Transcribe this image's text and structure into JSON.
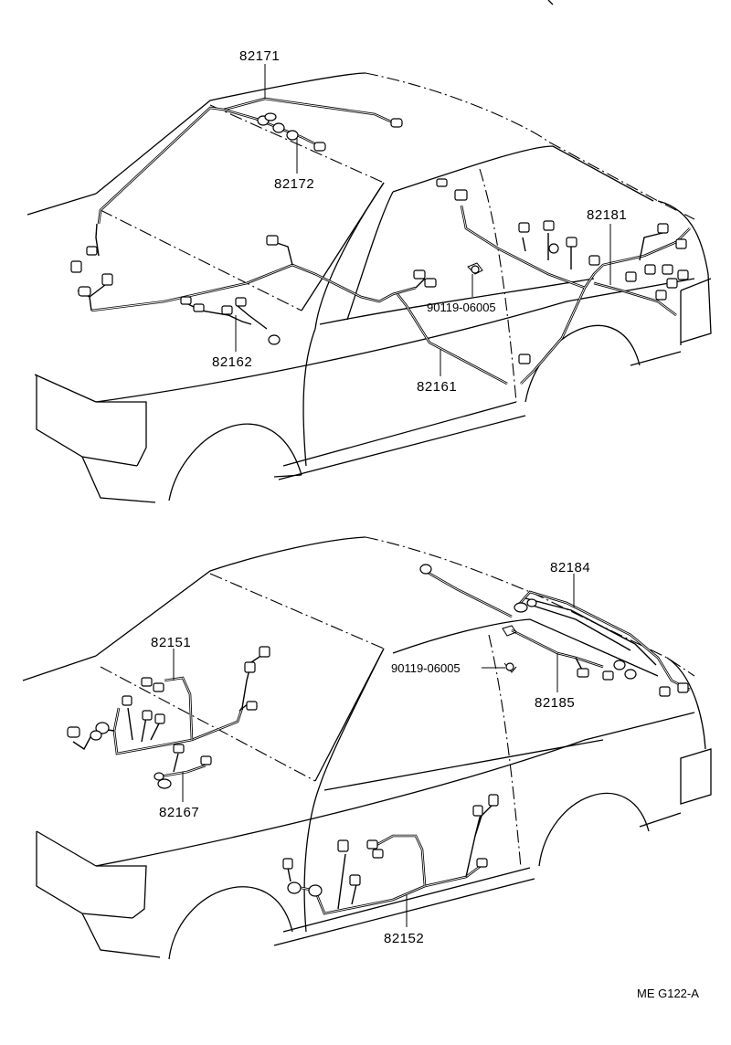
{
  "diagram": {
    "top_view": {
      "parts": {
        "p82171": "82171",
        "p82172": "82172",
        "p82162": "82162",
        "p82161": "82161",
        "p82181": "82181",
        "p90119": "90119-06005"
      }
    },
    "bottom_view": {
      "parts": {
        "p82184": "82184",
        "p82151": "82151",
        "p90119": "90119-06005",
        "p82185": "82185",
        "p82167": "82167",
        "p82152": "82152"
      }
    },
    "figure_code": "ME G122-A"
  }
}
